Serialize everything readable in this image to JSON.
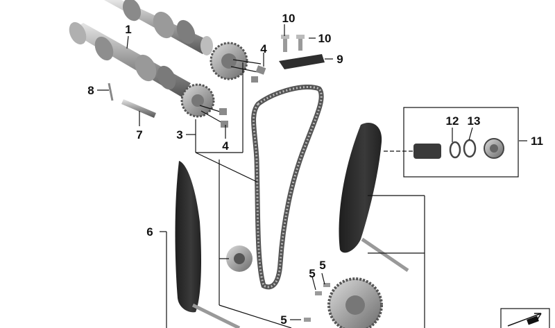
{
  "callouts": {
    "c1": "1",
    "c3": "3",
    "c4a": "4",
    "c4b": "4",
    "c5a": "5",
    "c5b": "5",
    "c5c": "5",
    "c6": "6",
    "c7": "7",
    "c8": "8",
    "c9": "9",
    "c10a": "10",
    "c10b": "10",
    "c11": "11",
    "c12": "12",
    "c13": "13"
  },
  "colors": {
    "part_dark": "#2b2b2b",
    "part_mid": "#7a7a7a",
    "part_light": "#c8c8c8",
    "lines": "#111111"
  },
  "icons": {
    "corner": "diagram-orientation-icon"
  }
}
